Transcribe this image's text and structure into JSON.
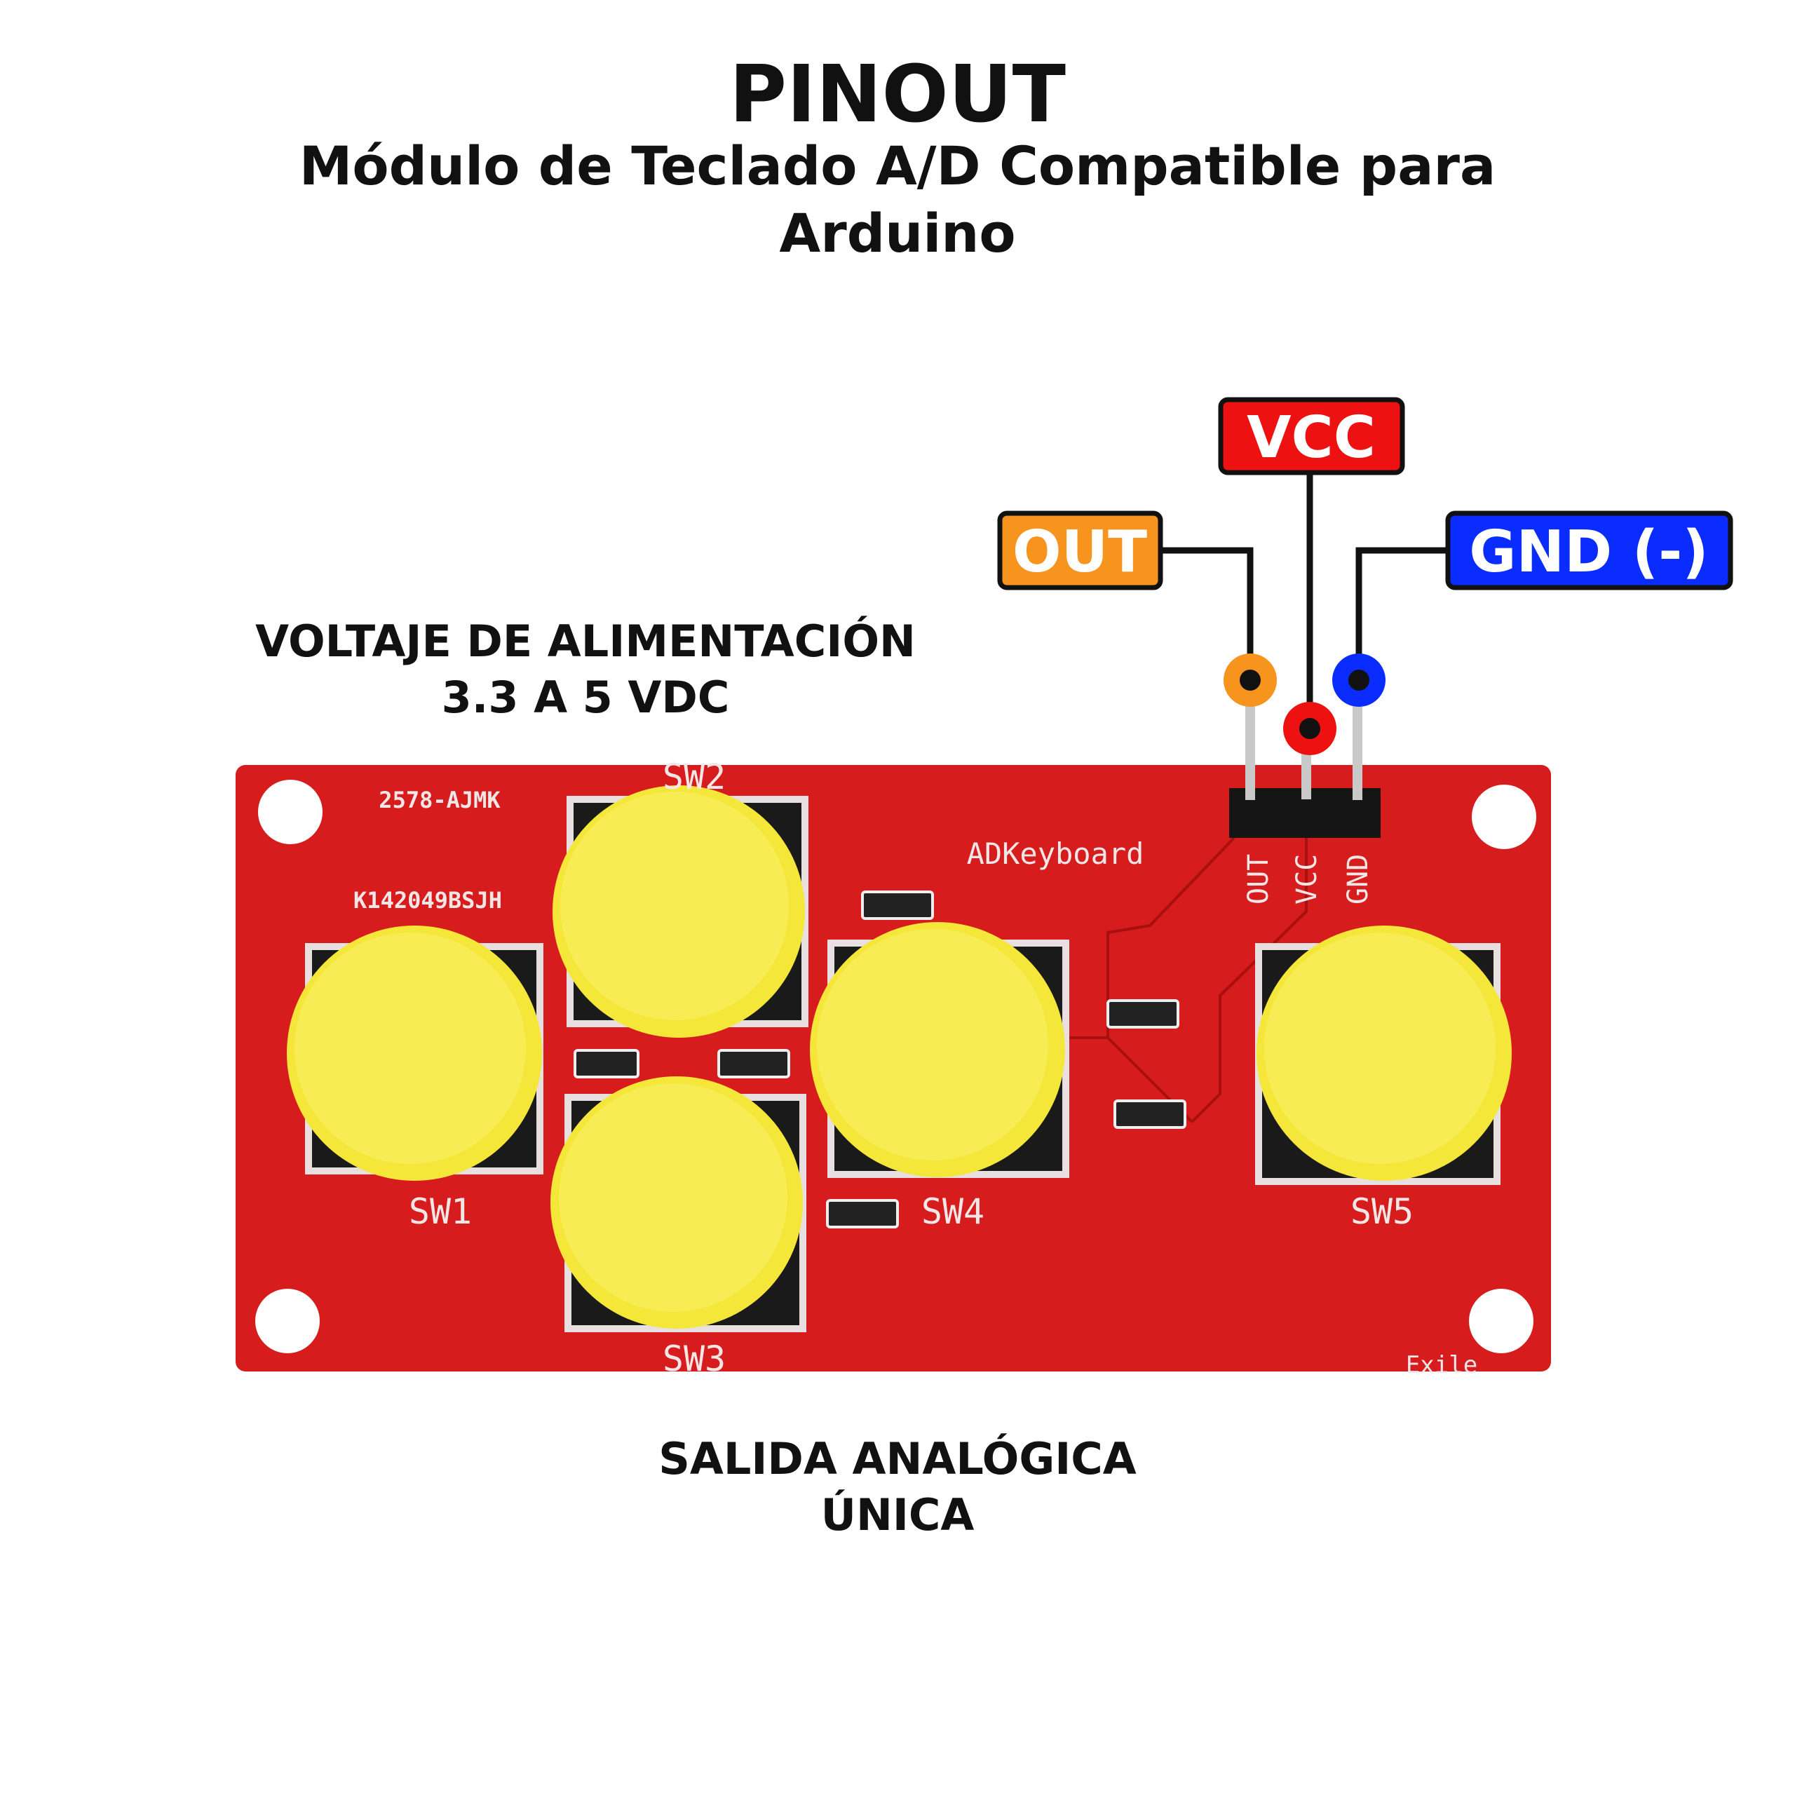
{
  "header": {
    "title": "PINOUT",
    "subtitle_line1": "Módulo de Teclado A/D Compatible para",
    "subtitle_line2": "Arduino"
  },
  "notes": {
    "voltage_line1": "VOLTAJE DE ALIMENTACIÓN",
    "voltage_line2": "3.3 A 5 VDC",
    "output_line1": "SALIDA ANALÓGICA",
    "output_line2": "ÚNICA"
  },
  "pins": [
    {
      "label": "OUT",
      "color": "#f7941d"
    },
    {
      "label": "VCC",
      "color": "#ee1111"
    },
    {
      "label": "GND (-)",
      "color": "#0a2cff"
    }
  ],
  "board": {
    "color": "#d61c1c",
    "button_color": "#f5e63a",
    "silkscreen": {
      "code1": "2578-AJMK",
      "code2": "K142049BSJH",
      "name": "ADKeyboard",
      "maker": "Exile",
      "pin_out": "OUT",
      "pin_vcc": "VCC",
      "pin_gnd": "GND",
      "sw1": "SW1",
      "sw2": "SW2",
      "sw3": "SW3",
      "sw4": "SW4",
      "sw5": "SW5"
    }
  }
}
